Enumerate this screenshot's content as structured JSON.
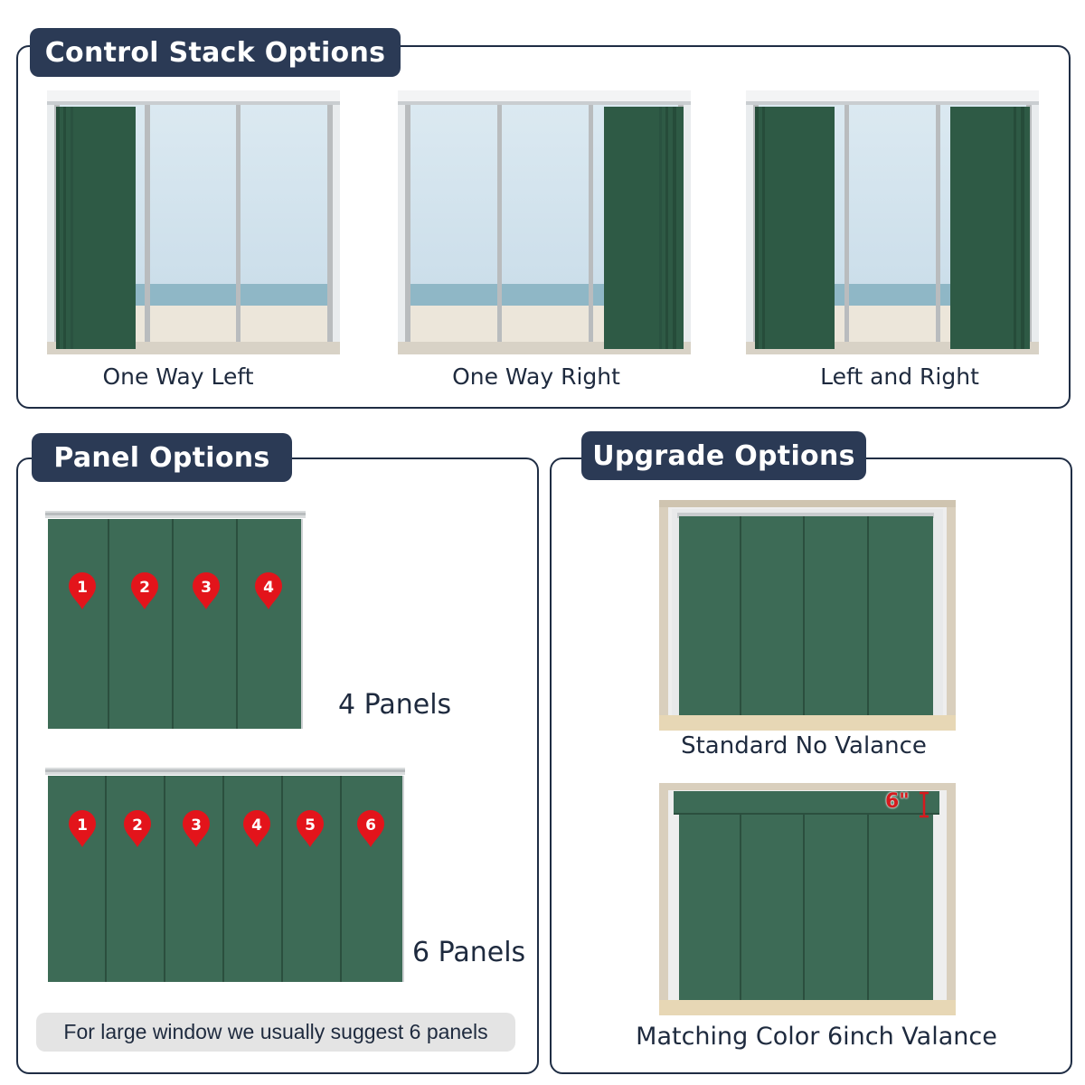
{
  "sections": {
    "control_stack": {
      "title": "Control Stack Options",
      "options": [
        "One Way Left",
        "One Way Right",
        "Left and Right"
      ]
    },
    "panel_options": {
      "title": "Panel Options",
      "four": {
        "label": "4 Panels",
        "numbers": [
          "1",
          "2",
          "3",
          "4"
        ]
      },
      "six": {
        "label": "6 Panels",
        "numbers": [
          "1",
          "2",
          "3",
          "4",
          "5",
          "6"
        ]
      },
      "note": "For large window we usually suggest 6 panels"
    },
    "upgrade_options": {
      "title": "Upgrade Options",
      "standard": "Standard No Valance",
      "valance": "Matching Color 6inch Valance",
      "valance_height": "6\""
    }
  },
  "colors": {
    "panel_green": "#3d6b56",
    "panel_dark": "#2e5a45",
    "heading_bg": "#2b3a55",
    "pin_red": "#e3141b"
  },
  "icons": [
    "location-pin-icon",
    "height-marker-icon"
  ]
}
